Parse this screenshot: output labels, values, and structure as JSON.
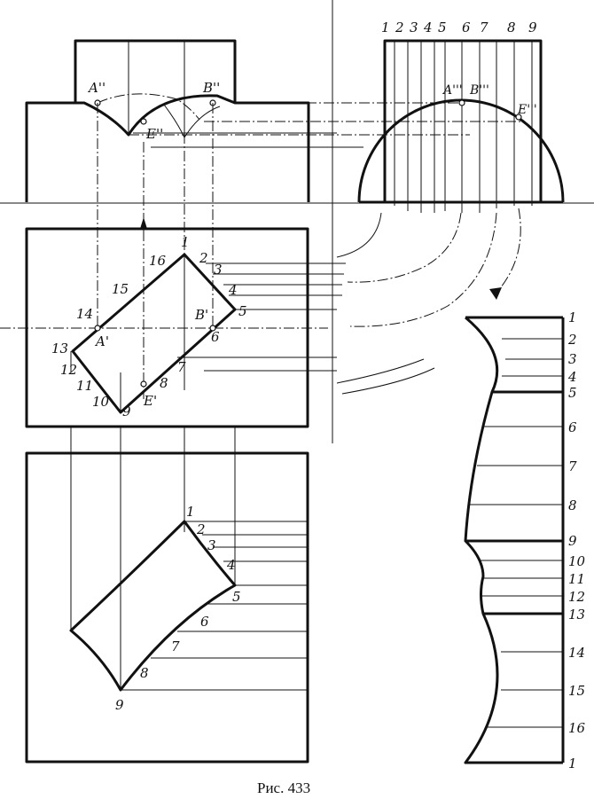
{
  "caption": "Рис. 433",
  "front_view": {
    "labels": {
      "a": "A''",
      "b": "B''",
      "e": "E''"
    }
  },
  "side_view": {
    "top_numbers": [
      "1",
      "2",
      "3",
      "4",
      "5",
      "6",
      "7",
      "8",
      "9"
    ],
    "labels": {
      "a": "A'''",
      "b": "B'''",
      "e": "E'''"
    }
  },
  "top_view": {
    "numbers": [
      "1",
      "2",
      "3",
      "4",
      "5",
      "6",
      "7",
      "8",
      "9",
      "10",
      "11",
      "12",
      "13",
      "14",
      "15",
      "16"
    ],
    "labels": {
      "a": "A'",
      "b": "B'",
      "e": "E'"
    }
  },
  "section_view": {
    "numbers": [
      "1",
      "2",
      "3",
      "4",
      "5",
      "6",
      "7",
      "8",
      "9"
    ]
  },
  "development": {
    "numbers": [
      "1",
      "2",
      "3",
      "4",
      "5",
      "6",
      "7",
      "8",
      "9",
      "10",
      "11",
      "12",
      "13",
      "14",
      "15",
      "16",
      "1"
    ]
  }
}
